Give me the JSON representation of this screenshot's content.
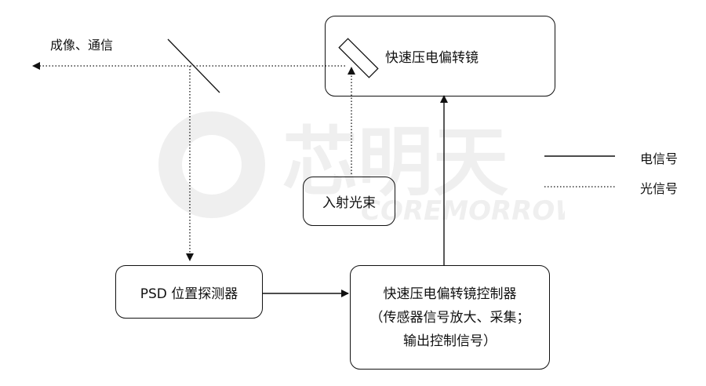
{
  "nodes": {
    "fsm": "快速压电偏转镜",
    "beam": "入射光束",
    "psd": "PSD 位置探测器",
    "controller": {
      "line1": "快速压电偏转镜控制器",
      "line2": "（传感器信号放大、采集；",
      "line3": "输出控制信号）"
    }
  },
  "labels": {
    "imaging": "成像、通信"
  },
  "legend": {
    "electrical": "电信号",
    "optical": "光信号"
  },
  "watermark": {
    "text": "芯明天",
    "subtext": "COREMORROW"
  }
}
